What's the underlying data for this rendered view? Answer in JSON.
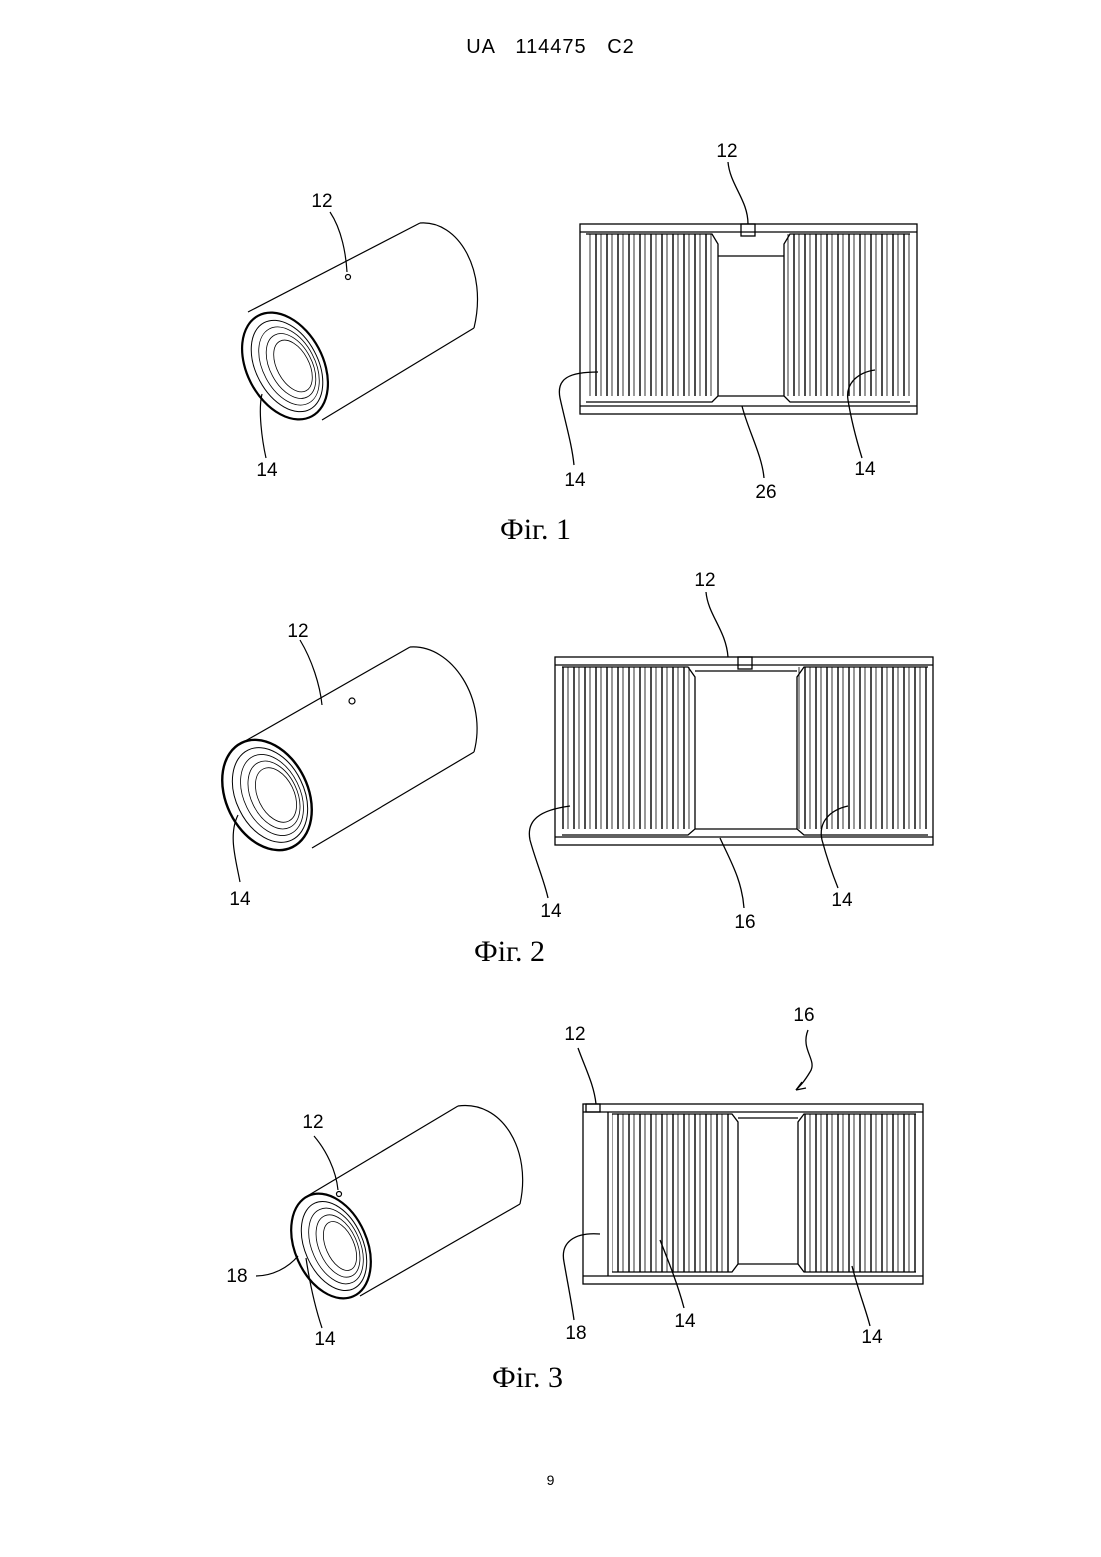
{
  "header": "UA 114475 C2",
  "page_number": "9",
  "figures": [
    {
      "caption": "Фіг. 1",
      "labels": [
        "12",
        "14",
        "12",
        "14",
        "26",
        "14"
      ]
    },
    {
      "caption": "Фіг. 2",
      "labels": [
        "12",
        "14",
        "12",
        "14",
        "16",
        "14"
      ]
    },
    {
      "caption": "Фіг. 3",
      "labels": [
        "12",
        "18",
        "14",
        "12",
        "16",
        "18",
        "14",
        "14"
      ]
    }
  ]
}
